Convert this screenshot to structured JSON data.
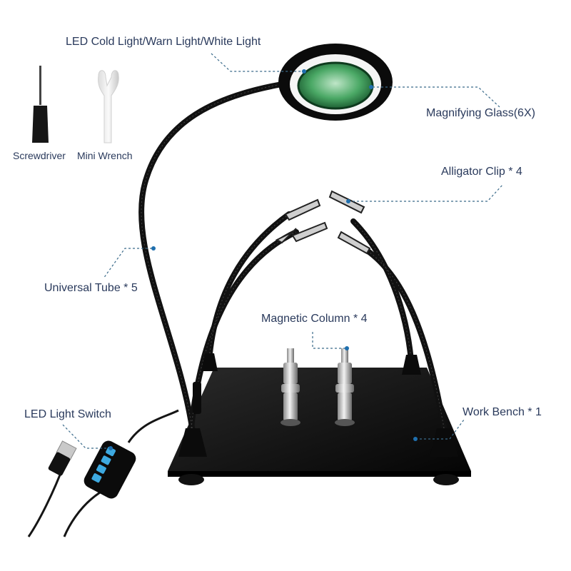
{
  "labels": {
    "led_light": "LED Cold Light/Warn Light/White Light",
    "magnifying_glass": "Magnifying Glass(6X)",
    "screwdriver": "Screwdriver",
    "mini_wrench": "Mini Wrench",
    "alligator_clip": "Alligator Clip * 4",
    "universal_tube": "Universal Tube * 5",
    "magnetic_column": "Magnetic Column * 4",
    "led_switch": "LED Light Switch",
    "work_bench": "Work Bench * 1"
  },
  "colors": {
    "label_text": "#2a3a5c",
    "callout_line": "#3a6a8a",
    "callout_dot": "#1f6fae",
    "lens_green": "#2f8f4e",
    "led_blue": "#3da9e0",
    "metal_black": "#111111"
  },
  "icons": [
    "screwdriver-icon",
    "wrench-icon",
    "usb-plug-icon"
  ]
}
